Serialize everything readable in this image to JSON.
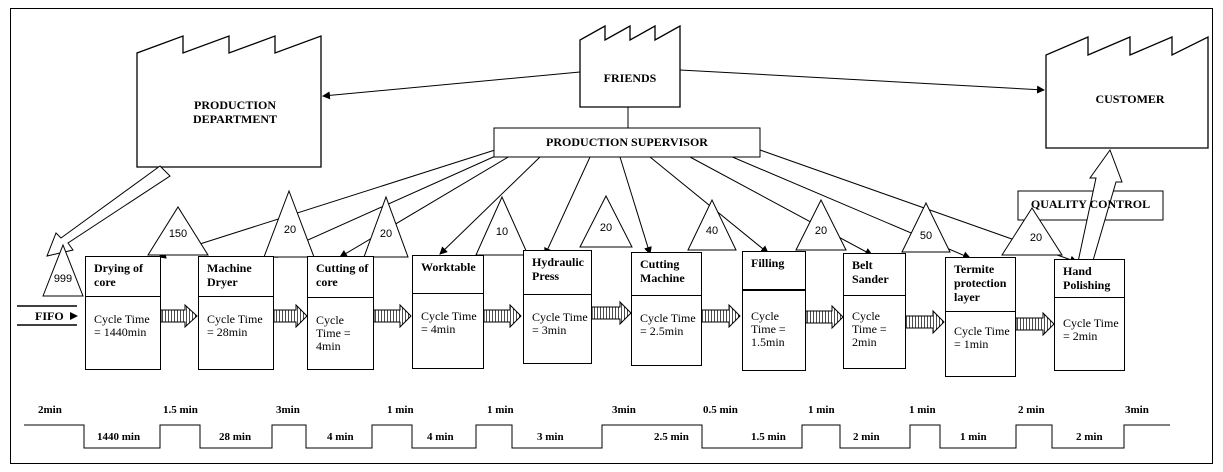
{
  "entities": {
    "production_department": "PRODUCTION\nDEPARTMENT",
    "friends": "FRIENDS",
    "customer": "CUSTOMER",
    "production_supervisor": "PRODUCTION SUPERVISOR",
    "quality_control": "QUALITY CONTROL",
    "fifo": "FIFO"
  },
  "inventory": [
    "999",
    "150",
    "20",
    "20",
    "10",
    "20",
    "40",
    "20",
    "50",
    "20"
  ],
  "processes": [
    {
      "name": "Drying of core",
      "cycle": "Cycle Time = 1440min"
    },
    {
      "name": "Machine Dryer",
      "cycle": "Cycle Time = 28min"
    },
    {
      "name": "Cutting of core",
      "cycle": "Cycle Time = 4min"
    },
    {
      "name": "Worktable",
      "cycle": "Cycle Time = 4min"
    },
    {
      "name": "Hydraulic Press",
      "cycle": "Cycle Time = 3min"
    },
    {
      "name": "Cutting Machine",
      "cycle": "Cycle Time = 2.5min"
    },
    {
      "name": "Filling",
      "cycle": "Cycle Time = 1.5min"
    },
    {
      "name": "Belt Sander",
      "cycle": "Cycle Time = 2min"
    },
    {
      "name": "Termite protection layer",
      "cycle": "Cycle Time = 1min"
    },
    {
      "name": "Hand Polishing",
      "cycle": "Cycle Time = 2min"
    }
  ],
  "timeline": {
    "wait": [
      "2min",
      "1.5 min",
      "3min",
      "1 min",
      "1 min",
      "3min",
      "0.5 min",
      "1 min",
      "1 min",
      "2 min",
      "3min"
    ],
    "process": [
      "1440 min",
      "28 min",
      "4 min",
      "4 min",
      "3 min",
      "2.5 min",
      "1.5 min",
      "2 min",
      "1 min",
      "2 min"
    ]
  }
}
